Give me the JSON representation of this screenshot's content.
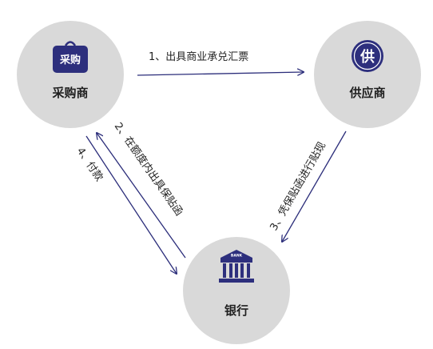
{
  "colors": {
    "node_fill": "#d9d9d9",
    "accent": "#2b2d7a",
    "icon_fill": "#2d2f7d"
  },
  "nodes": {
    "buyer": {
      "label": "采购商",
      "icon_text": "采购",
      "icon": "shopping-bag-icon"
    },
    "supplier": {
      "label": "供应商",
      "icon_text": "供",
      "icon": "supplier-badge-icon"
    },
    "bank": {
      "label": "银行",
      "icon_text": "BANK",
      "icon": "bank-building-icon"
    }
  },
  "flows": [
    {
      "label": "1、出具商业承兑汇票"
    },
    {
      "label": "2、在额度内出具保贴函"
    },
    {
      "label": "3、凭保贴函进行贴现"
    },
    {
      "label": "4、付款"
    }
  ]
}
